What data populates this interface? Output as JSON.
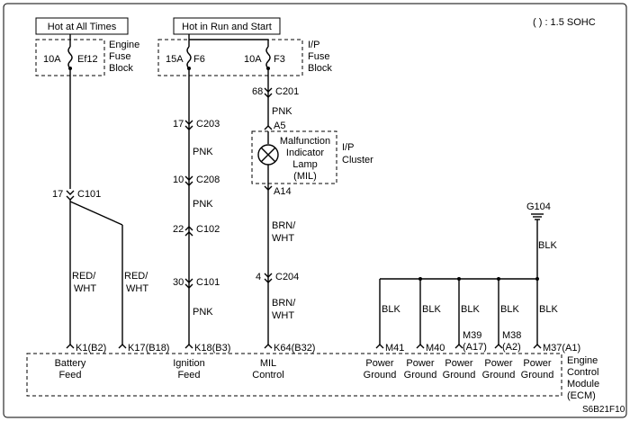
{
  "note": "( ) : 1.5 SOHC",
  "figure_id": "S6B21F10",
  "power_sources": {
    "hot_always": "Hot at All Times",
    "hot_run_start": "Hot in Run and Start"
  },
  "engine_fuse_block": {
    "label_lines": [
      "Engine",
      "Fuse",
      "Block"
    ],
    "fuse_rating": "10A",
    "fuse_id": "Ef12"
  },
  "ip_fuse_block": {
    "label_lines": [
      "I/P",
      "Fuse",
      "Block"
    ],
    "fuses": [
      {
        "rating": "15A",
        "id": "F6"
      },
      {
        "rating": "10A",
        "id": "F3"
      }
    ]
  },
  "connectors": {
    "c101_top": {
      "pin": "17",
      "name": "C101"
    },
    "c201": {
      "pin": "68",
      "name": "C201"
    },
    "c203": {
      "pin": "17",
      "name": "C203"
    },
    "c208": {
      "pin": "10",
      "name": "C208"
    },
    "c102": {
      "pin": "22",
      "name": "C102"
    },
    "c101_bottom": {
      "pin": "30",
      "name": "C101"
    },
    "c204": {
      "pin": "4",
      "name": "C204"
    }
  },
  "lamp": {
    "pin_top": "A5",
    "pin_bottom": "A14",
    "label_lines": [
      "Malfunction",
      "Indicator",
      "Lamp",
      "(MIL)"
    ],
    "cluster_lines": [
      "I/P",
      "Cluster"
    ]
  },
  "ground": {
    "name": "G104"
  },
  "wires": {
    "pnk": "PNK",
    "red_wht": [
      "RED/",
      "WHT"
    ],
    "brn_wht": [
      "BRN/",
      "WHT"
    ],
    "blk": "BLK"
  },
  "ecm": {
    "label_lines": [
      "Engine",
      "Control",
      "Module",
      "(ECM)"
    ],
    "pins": [
      {
        "pin": "K1(B2)",
        "lines": [
          "Battery",
          "Feed"
        ]
      },
      {
        "pin": "K17(B18)",
        "lines": []
      },
      {
        "pin": "K18(B3)",
        "lines": [
          "Ignition",
          "Feed"
        ]
      },
      {
        "pin": "K64(B32)",
        "lines": [
          "MIL",
          "Control"
        ]
      },
      {
        "pin": "M41",
        "lines": [
          "Power",
          "Ground"
        ]
      },
      {
        "pin": "M40",
        "lines": [
          "Power",
          "Ground"
        ]
      },
      {
        "pin_lines": [
          "M39",
          "(A17)"
        ],
        "lines": [
          "Power",
          "Ground"
        ]
      },
      {
        "pin_lines": [
          "M38",
          "(A2)"
        ],
        "lines": [
          "Power",
          "Ground"
        ]
      },
      {
        "pin": "M37(A1)",
        "lines": [
          "Power",
          "Ground"
        ]
      }
    ]
  }
}
